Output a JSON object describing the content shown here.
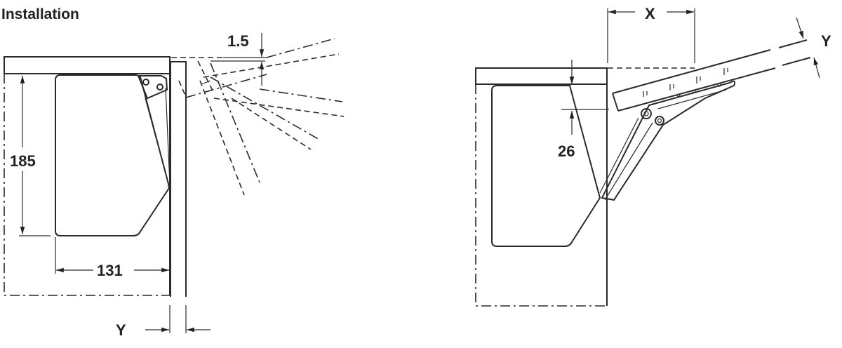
{
  "title": "Installation",
  "left_view": {
    "height_dim": "185",
    "width_dim": "131",
    "gap_dim": "1.5",
    "y_dim": "Y"
  },
  "right_view": {
    "x_dim": "X",
    "y_dim": "Y",
    "offset_dim": "26"
  }
}
